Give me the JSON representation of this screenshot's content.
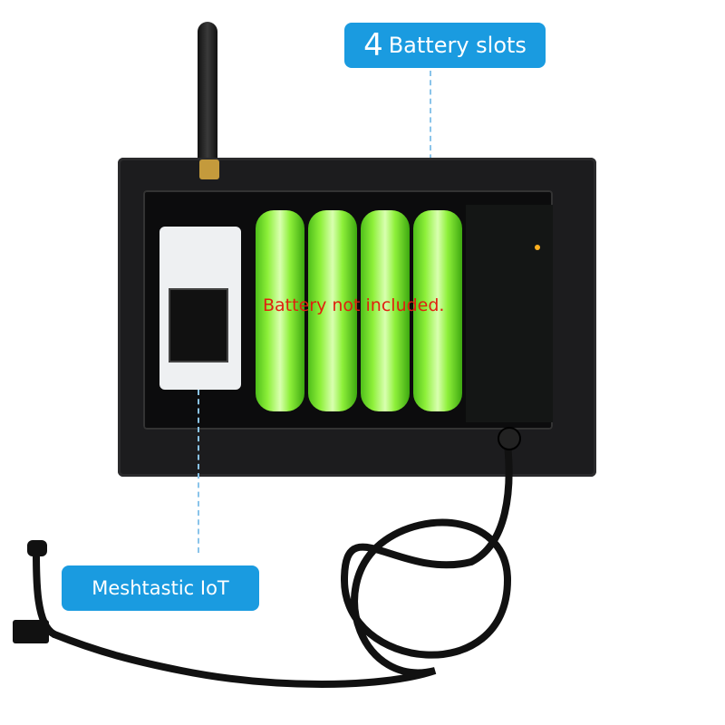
{
  "callouts": {
    "battery_slots_number": "4",
    "battery_slots_label": "Battery slots",
    "meshtastic": "Meshtastic IoT"
  },
  "note": "Battery not included.",
  "colors": {
    "callout": "#1a9be0",
    "note": "#e02010",
    "battery": "#8ef03a"
  }
}
